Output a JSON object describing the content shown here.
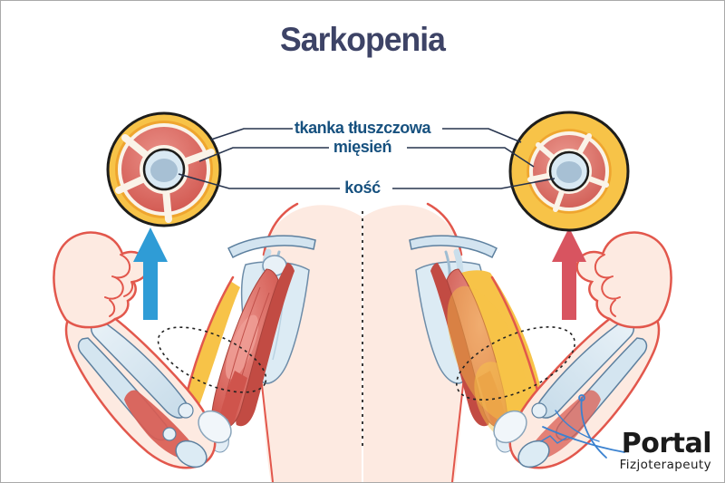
{
  "title": "Sarkopenia",
  "labels": {
    "fat": "tkanka tłuszczowa",
    "muscle": "mięsień",
    "bone": "kość"
  },
  "logo": {
    "name": "Portal",
    "subtitle": "Fizjoterapeuty"
  },
  "icons": {
    "left_arrow": "up-arrow-blue (muscle growth side)",
    "right_arrow": "up-arrow-red (muscle loss side)"
  },
  "colors": {
    "title_navy": "#3d4366",
    "label_blue": "#17517f",
    "connector_navy": "#26334d",
    "muscle_red": "#d4574e",
    "fat_yellow": "#f7c348",
    "bone_blue": "#a7c0d4",
    "skin": "#fdeae1",
    "outline_red": "#e2574c",
    "arrow_blue": "#2f9cd6",
    "arrow_red": "#d85460"
  }
}
